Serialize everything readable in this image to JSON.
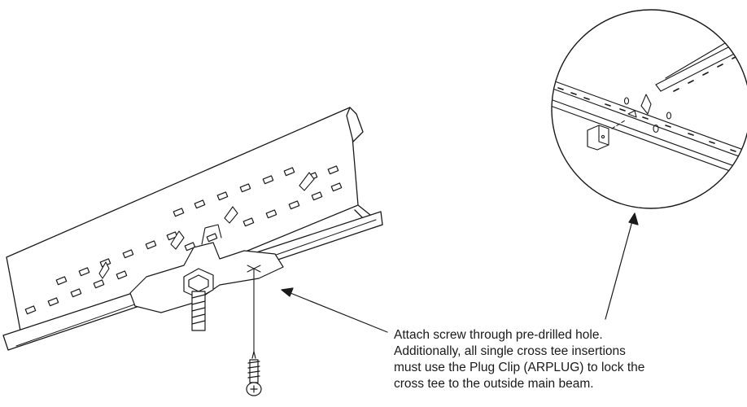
{
  "caption": {
    "lines": [
      "Attach screw through pre-drilled hole.",
      "Additionally, all single cross tee insertions",
      "must use the Plug Clip (ARPLUG) to lock the",
      "cross tee to the outside main beam."
    ]
  },
  "colors": {
    "line": "#1a1a1a",
    "background": "#ffffff"
  },
  "icons": {
    "main_illustration": "main-beam-with-screw-icon",
    "detail_view": "plug-clip-detail-icon",
    "screw": "screw-icon"
  }
}
